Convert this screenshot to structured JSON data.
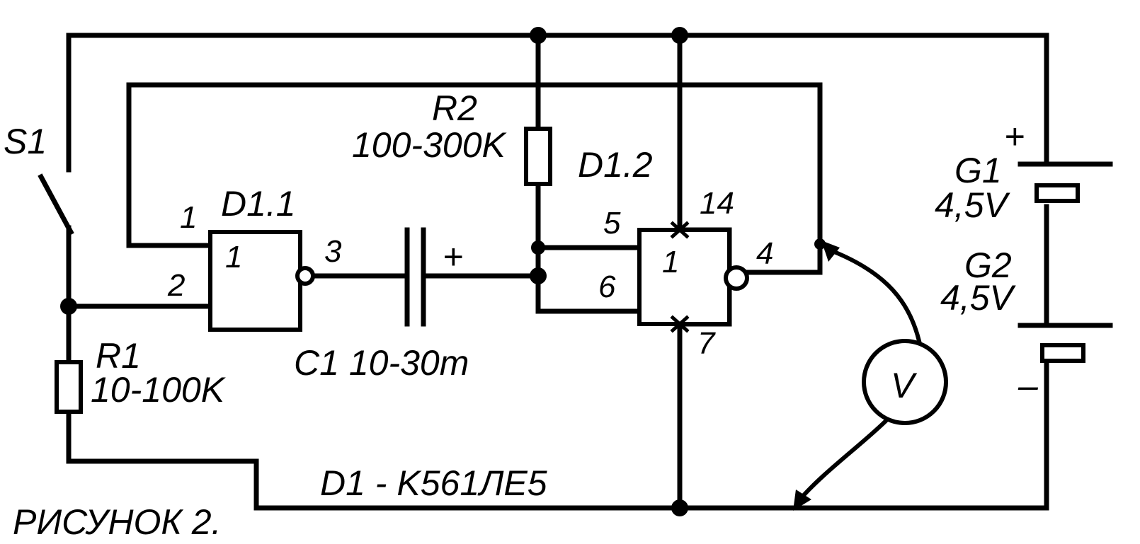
{
  "figure_caption": "РИСУНОК 2.",
  "chip_note": "D1 - K561ЛЕ5",
  "components": {
    "switch": {
      "ref": "S1"
    },
    "r1": {
      "ref": "R1",
      "value": "10-100K"
    },
    "r2": {
      "ref": "R2",
      "value": "100-300K"
    },
    "c1": {
      "ref": "C1",
      "value": "10-30m",
      "polarity": "+"
    },
    "gate1": {
      "ref": "D1.1",
      "symbol": "1",
      "pins": {
        "in1": "1",
        "in2": "2",
        "out": "3"
      }
    },
    "gate2": {
      "ref": "D1.2",
      "symbol": "1",
      "pins": {
        "in1": "5",
        "in2": "6",
        "out": "4",
        "vdd": "14",
        "gnd": "7"
      }
    },
    "g1": {
      "ref": "G1",
      "value": "4,5V",
      "polarity": "+"
    },
    "g2": {
      "ref": "G2",
      "value": "4,5V",
      "polarity": "–"
    },
    "voltmeter": {
      "symbol": "V"
    }
  }
}
